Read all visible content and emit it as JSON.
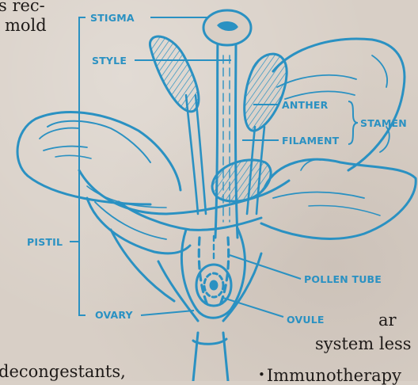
{
  "body_text": {
    "line1": "s rec-",
    "line2": "mold",
    "line3": "decongestants,",
    "line4": "ar",
    "line5": "system less",
    "line6": "Immunotherapy",
    "bullet": "•"
  },
  "diagram": {
    "color": "#2a91c2",
    "paper_color": "#d8cfc6",
    "labels": {
      "stigma": "STIGMA",
      "style": "STYLE",
      "anther": "ANTHER",
      "filament": "FILAMENT",
      "stamen": "STAMEN",
      "pistil": "PISTIL",
      "pollen_tube": "POLLEN TUBE",
      "ovary": "OVARY",
      "ovule": "OVULE"
    }
  }
}
